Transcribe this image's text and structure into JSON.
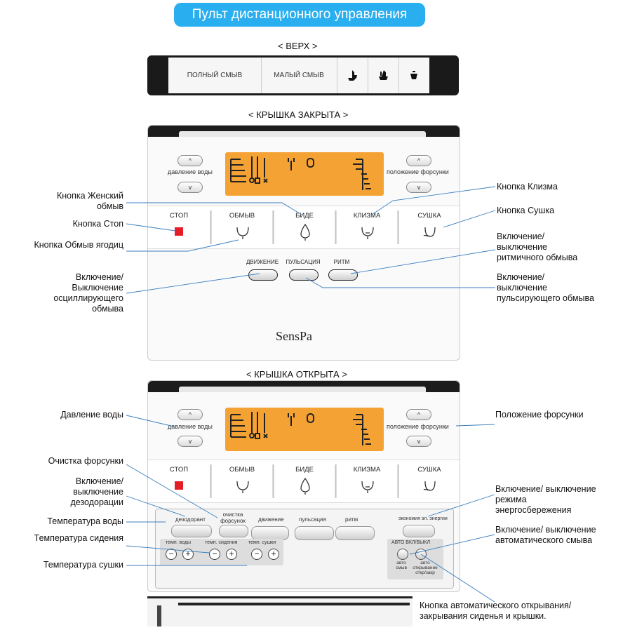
{
  "title": "Пульт дистанционного управления",
  "sections": {
    "top": "< ВЕРХ >",
    "closed": "< КРЫШКА ЗАКРЫТА   >",
    "open": "< КРЫШКА ОТКРЫТА  >"
  },
  "top_bar": {
    "full_flush": "ПОЛНЫЙ СМЫВ",
    "small_flush": "МАЛЫЙ СМЫВ"
  },
  "panel": {
    "water_pressure": "давление воды",
    "nozzle_position": "положение форсунки",
    "up_symbol": "^",
    "down_symbol": "v",
    "buttons": [
      "СТОП",
      "ОБМЫВ",
      "БИДЕ",
      "КЛИЗМА",
      "СУШКА"
    ],
    "mode_buttons": [
      "ДВИЖЕНИЕ",
      "ПУЛЬСАЦИЯ",
      "РИТМ"
    ],
    "brand": "SensPa"
  },
  "open_panel": {
    "deodorant": "дезодорант",
    "nozzle_clean": "очистка форсунок",
    "movement": "движение",
    "pulsation": "пульсация",
    "rhythm": "ритм",
    "energy_saving": "экономия эл. энергии",
    "temp_water": "темп. воды",
    "temp_seat": "темп. сидения",
    "temp_dry": "темп. сушки",
    "auto_onoff": "АВТО ВКЛ/ВЫКЛ",
    "auto_flush": "авто смыв",
    "auto_open": "авто открывание откр/закр",
    "minus": "−",
    "plus": "+"
  },
  "callouts": {
    "female_wash": "Кнопка Женский обмыв",
    "stop": "Кнопка Стоп",
    "buttock_wash": "Кнопка Обмыв ягодиц",
    "oscillating": "Включение/ Выключение осциллирующего обмыва",
    "enema": "Кнопка Клизма",
    "drying": "Кнопка Сушка",
    "rhythmic": "Включение/ выключение ритмичного обмыва",
    "pulsating": "Включение/ выключение пульсирующего обмыва",
    "water_pressure": "Давление воды",
    "nozzle_position": "Положение форсунки",
    "nozzle_cleaning": "Очистка форсунки",
    "deodorization": "Включение/ выключение дезодорации",
    "water_temp": "Температура воды",
    "seat_temp": "Температура сидения",
    "dry_temp": "Температура сушки",
    "energy_mode": "Включение/ выключение режима энергосбережения",
    "auto_flush": "Включение/ выключение автоматического смыва",
    "auto_open": "Кнопка автоматического открывания/ закрывания сиденья и крышки."
  },
  "colors": {
    "accent": "#29aef0",
    "lcd": "#f5a234",
    "stop": "#e41e26"
  }
}
